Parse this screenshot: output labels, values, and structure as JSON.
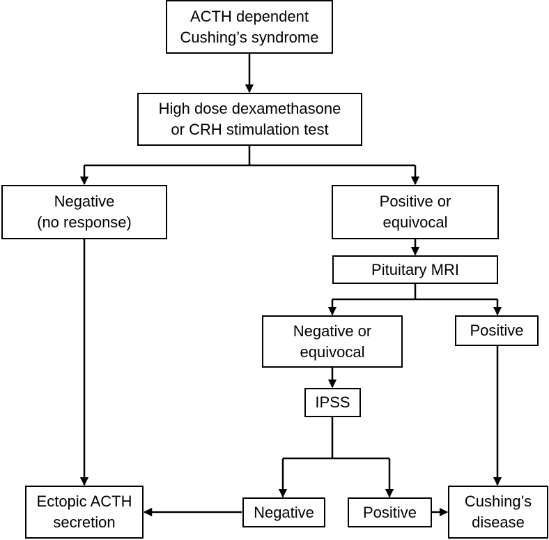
{
  "nodes": {
    "acth_dependent": {
      "line1": "ACTH dependent",
      "line2": "Cushing’s syndrome"
    },
    "suppression_test": {
      "line1": "High dose dexamethasone",
      "line2": "or CRH stimulation test"
    },
    "negative_response": {
      "line1": "Negative",
      "line2": "(no response)"
    },
    "positive_equivocal": {
      "line1": "Positive or",
      "line2": "equivocal"
    },
    "pituitary_mri": {
      "label": "Pituitary MRI"
    },
    "mri_negative_equivocal": {
      "line1": "Negative or",
      "line2": "equivocal"
    },
    "mri_positive": {
      "label": "Positive"
    },
    "ipss": {
      "label": "IPSS"
    },
    "ipss_negative": {
      "label": "Negative"
    },
    "ipss_positive": {
      "label": "Positive"
    },
    "ectopic_acth": {
      "line1": "Ectopic ACTH",
      "line2": "secretion"
    },
    "cushings_disease": {
      "line1": "Cushing’s",
      "line2": "disease"
    }
  },
  "edges": [
    {
      "from": "acth_dependent",
      "to": "suppression_test"
    },
    {
      "from": "suppression_test",
      "to": "negative_response"
    },
    {
      "from": "suppression_test",
      "to": "positive_equivocal"
    },
    {
      "from": "negative_response",
      "to": "ectopic_acth"
    },
    {
      "from": "positive_equivocal",
      "to": "pituitary_mri"
    },
    {
      "from": "pituitary_mri",
      "to": "mri_negative_equivocal"
    },
    {
      "from": "pituitary_mri",
      "to": "mri_positive"
    },
    {
      "from": "mri_negative_equivocal",
      "to": "ipss"
    },
    {
      "from": "ipss",
      "to": "ipss_negative"
    },
    {
      "from": "ipss",
      "to": "ipss_positive"
    },
    {
      "from": "ipss_negative",
      "to": "ectopic_acth"
    },
    {
      "from": "ipss_positive",
      "to": "cushings_disease"
    },
    {
      "from": "mri_positive",
      "to": "cushings_disease"
    }
  ],
  "colors": {
    "stroke": "#000000",
    "background": "#ffffff"
  }
}
